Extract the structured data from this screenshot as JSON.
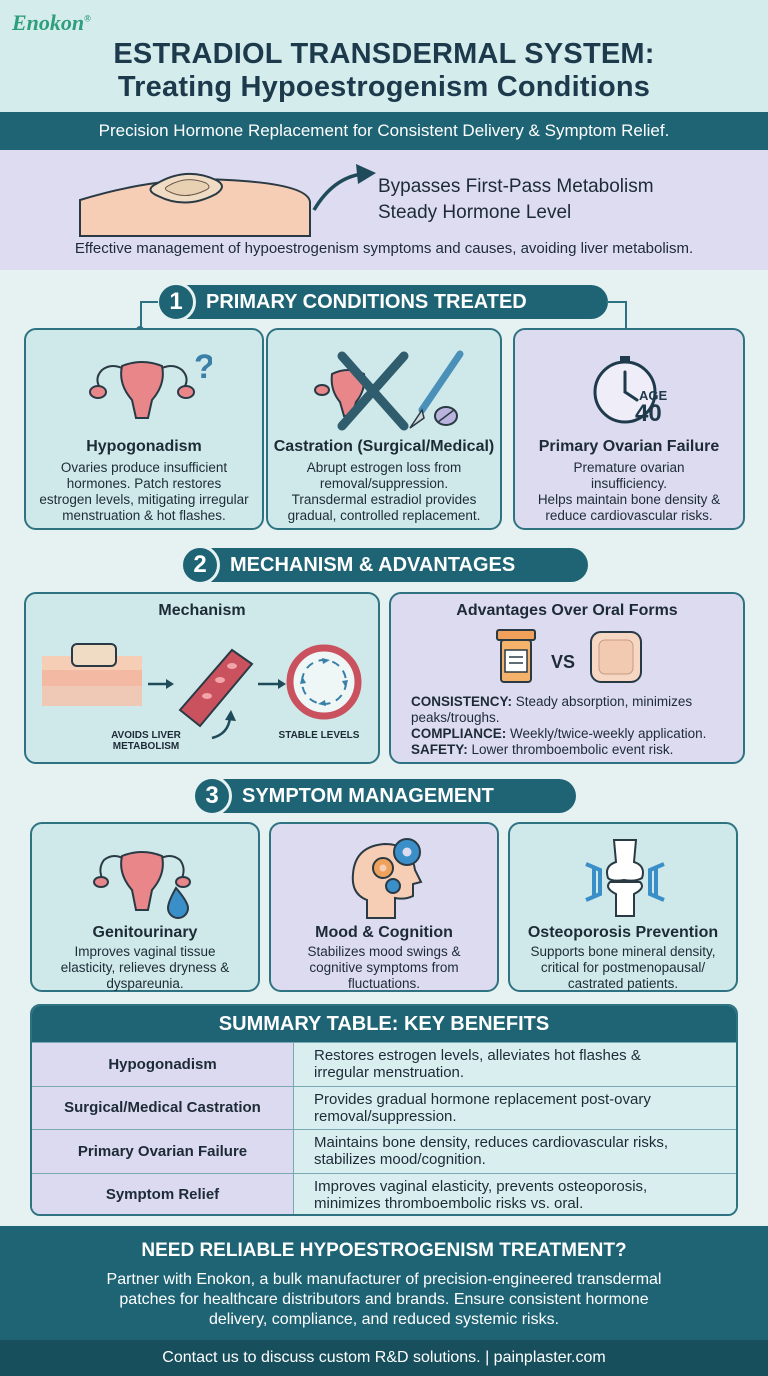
{
  "brand": {
    "logo": "Enokon",
    "reg": "®"
  },
  "header": {
    "title_line1": "ESTRADIOL TRANSDERMAL SYSTEM:",
    "title_line2": "Treating Hypoestrogenism Conditions",
    "subtitle": "Precision Hormone Replacement for Consistent Delivery & Symptom Relief."
  },
  "hero": {
    "line1": "Bypasses First-Pass Metabolism",
    "line2": "Steady Hormone Level",
    "description": "Effective management of hypoestrogenism symptoms and causes, avoiding liver metabolism."
  },
  "section1": {
    "number": "1",
    "title": "PRIMARY CONDITIONS TREATED",
    "cards": [
      {
        "title": "Hypogonadism",
        "lines": [
          "Ovaries produce insufficient",
          "hormones. Patch restores",
          "estrogen levels, mitigating irregular",
          "menstruation & hot flashes."
        ]
      },
      {
        "title": "Castration (Surgical/Medical)",
        "lines": [
          "Abrupt estrogen loss from",
          "removal/suppression.",
          "Transdermal estradiol provides",
          "gradual, controlled replacement."
        ]
      },
      {
        "title": "Primary Ovarian Failure",
        "age_label": "AGE",
        "age_value": "40",
        "lines": [
          "Premature ovarian",
          "insufficiency.",
          "Helps maintain bone density &",
          "reduce cardiovascular risks."
        ]
      }
    ]
  },
  "section2": {
    "number": "2",
    "title": "MECHANISM & ADVANTAGES",
    "mechanism": {
      "title": "Mechanism",
      "label_liver_1": "AVOIDS LIVER",
      "label_liver_2": "METABOLISM",
      "label_stable": "STABLE LEVELS"
    },
    "advantages": {
      "title": "Advantages Over Oral Forms",
      "vs": "VS",
      "items": [
        {
          "key": "CONSISTENCY:",
          "text": " Steady absorption, minimizes",
          "text2": "peaks/troughs."
        },
        {
          "key": "COMPLIANCE:",
          "text": " Weekly/twice-weekly application."
        },
        {
          "key": "SAFETY:",
          "text": " Lower thromboembolic event risk."
        }
      ]
    }
  },
  "section3": {
    "number": "3",
    "title": "SYMPTOM MANAGEMENT",
    "cards": [
      {
        "title": "Genitourinary",
        "lines": [
          "Improves vaginal tissue",
          "elasticity, relieves dryness &",
          "dyspareunia."
        ]
      },
      {
        "title": "Mood & Cognition",
        "lines": [
          "Stabilizes mood swings &",
          "cognitive symptoms from",
          "fluctuations."
        ]
      },
      {
        "title": "Osteoporosis Prevention",
        "lines": [
          "Supports bone mineral density,",
          "critical for postmenopausal/",
          "castrated patients."
        ]
      }
    ]
  },
  "summary": {
    "title": "SUMMARY TABLE: KEY BENEFITS",
    "rows": [
      {
        "condition": "Hypogonadism",
        "benefit_1": "Restores estrogen levels, alleviates hot flashes &",
        "benefit_2": "irregular menstruation."
      },
      {
        "condition": "Surgical/Medical Castration",
        "benefit_1": "Provides gradual hormone replacement post-ovary",
        "benefit_2": "removal/suppression."
      },
      {
        "condition": "Primary Ovarian Failure",
        "benefit_1": "Maintains bone density, reduces cardiovascular risks,",
        "benefit_2": "stabilizes mood/cognition."
      },
      {
        "condition": "Symptom Relief",
        "benefit_1": "Improves vaginal elasticity, prevents osteoporosis,",
        "benefit_2": "minimizes thromboembolic risks vs. oral."
      }
    ]
  },
  "cta": {
    "title": "NEED RELIABLE HYPOESTROGENISM TREATMENT?",
    "line1": "Partner with Enokon, a bulk manufacturer of precision-engineered transdermal",
    "line2": "patches for healthcare distributors and brands. Ensure consistent hormone",
    "line3": "delivery, compliance, and reduced systemic risks."
  },
  "footer": {
    "text": "Contact us to discuss custom R&D solutions. | painplaster.com"
  },
  "colors": {
    "teal_dark": "#1f6475",
    "teal_light": "#cfe9ea",
    "lavender": "#dddbf0",
    "accent_pink": "#e8868a",
    "accent_blue": "#2f86b8"
  }
}
